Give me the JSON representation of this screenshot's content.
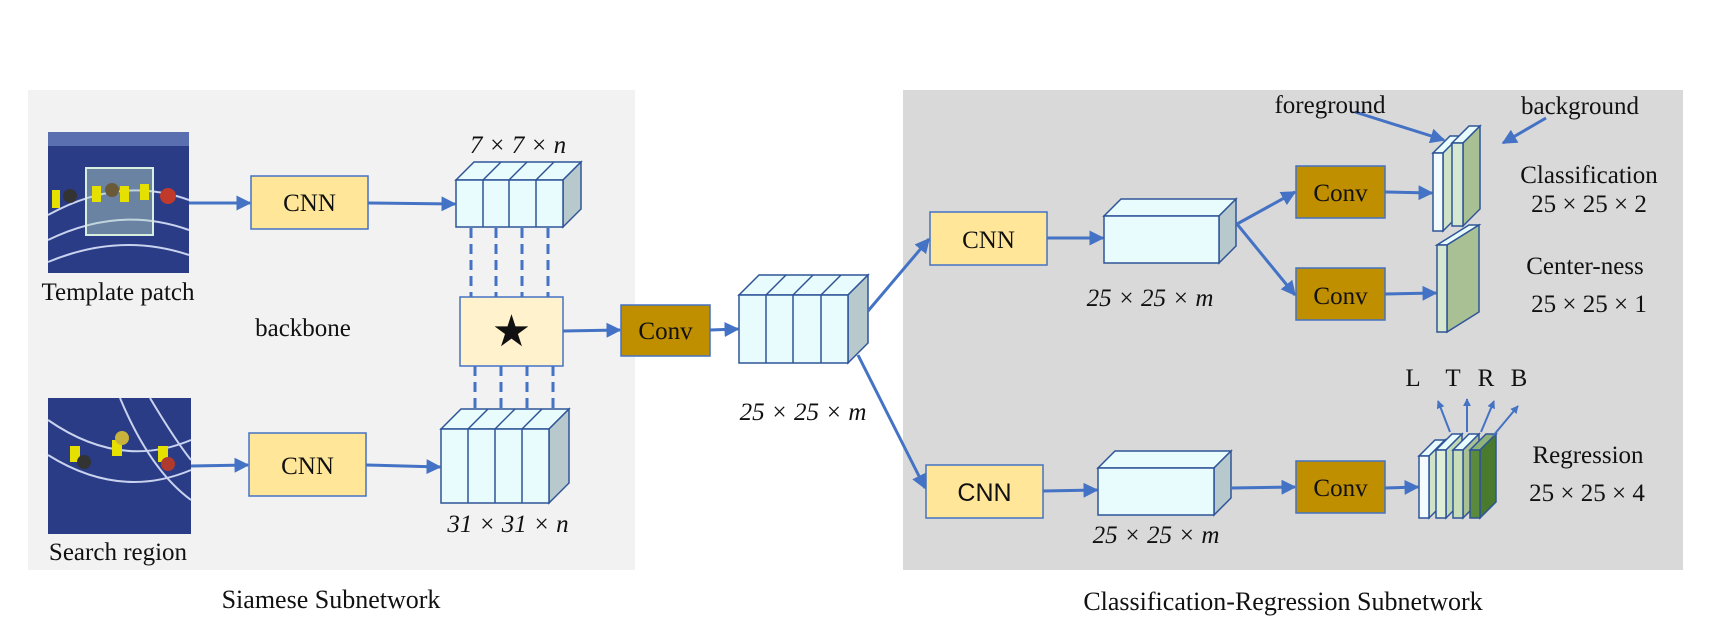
{
  "siamese": {
    "caption": "Siamese Subnetwork",
    "template_label": "Template patch",
    "search_label": "Search region",
    "backbone_label": "backbone",
    "cnn_top": "CNN",
    "cnn_bottom": "CNN",
    "dim_template": "7 × 7 × n",
    "dim_search": "31 × 31 × n",
    "xcorr_symbol": "★",
    "conv": "Conv",
    "dim_fused": "25 × 25 × m"
  },
  "clsreg": {
    "caption": "Classification-Regression Subnetwork",
    "cnn_cls": "CNN",
    "cnn_reg": "CNN",
    "dim_cls": "25 × 25 × m",
    "dim_reg": "25 × 25 × m",
    "conv_cls": "Conv",
    "conv_ctr": "Conv",
    "conv_reg": "Conv",
    "foreground": "foreground",
    "background": "background",
    "classification": "Classification",
    "dim_classification": "25 × 25 × 2",
    "centerness": "Center-ness",
    "dim_centerness": "25 × 25 × 1",
    "regression": "Regression",
    "dim_regression": "25 × 25 × 4",
    "ltrb": [
      "L",
      "T",
      "R",
      "B"
    ]
  },
  "colors": {
    "arrow": "#4472c4",
    "cnn_fill": "#ffe699",
    "conv_fill": "#bf8f00",
    "cube_fill": "#e8fbfd",
    "panel_left": "#f2f2f2",
    "panel_right": "#d9d9d9"
  }
}
